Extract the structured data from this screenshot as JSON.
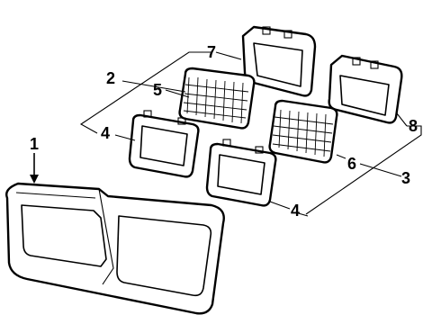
{
  "callouts": {
    "c1": "1",
    "c2": "2",
    "c3": "3",
    "c4a": "4",
    "c4b": "4",
    "c5": "5",
    "c6": "6",
    "c7": "7",
    "c8": "8"
  },
  "colors": {
    "line": "#000000",
    "background": "#ffffff"
  }
}
